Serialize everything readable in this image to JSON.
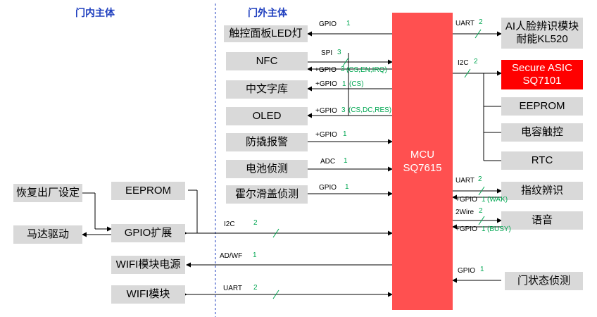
{
  "sections": {
    "left": "门内主体",
    "right": "门外主体"
  },
  "mcu": {
    "line1": "MCU",
    "line2": "SQ7615"
  },
  "left_blocks": {
    "factory_reset": "恢复出厂设定",
    "motor_drive": "马达驱动",
    "eeprom": "EEPROM",
    "gpio_expand": "GPIO扩展",
    "wifi_power": "WIFI模块电源",
    "wifi_module": "WIFI模块"
  },
  "middle_blocks": {
    "touch_led": "触控面板LED灯",
    "nfc": "NFC",
    "chinese_font": "中文字库",
    "oled": "OLED",
    "tamper_alarm": "防撬报警",
    "battery_detect": "电池侦测",
    "hall_detect": "霍尔滑盖侦测"
  },
  "right_blocks": {
    "ai_face_line1": "AI人脸辨识模块",
    "ai_face_line2": "耐能KL520",
    "secure_asic_line1": "Secure ASIC",
    "secure_asic_line2": "SQ7101",
    "eeprom": "EEPROM",
    "cap_touch": "电容触控",
    "rtc": "RTC",
    "fingerprint": "指纹辨识",
    "voice": "语音",
    "door_state": "门状态侦测"
  },
  "bus_labels": {
    "touch_led": {
      "name": "GPIO",
      "count": "1"
    },
    "nfc_spi": {
      "name": "SPI",
      "count": "3"
    },
    "nfc_gpio": {
      "name": "+GPIO",
      "count": "3",
      "pins": "(CS,EN,IRQ)"
    },
    "font_gpio": {
      "name": "+GPIO",
      "count": "1",
      "pins": "(CS)"
    },
    "oled_gpio": {
      "name": "+GPIO",
      "count": "3",
      "pins": "(CS,DC,RES)"
    },
    "tamper": {
      "name": "+GPIO",
      "count": "1"
    },
    "battery": {
      "name": "ADC",
      "count": "1"
    },
    "hall": {
      "name": "GPIO",
      "count": "1"
    },
    "gpio_expand_i2c": {
      "name": "I2C",
      "count": "2"
    },
    "wifi_power": {
      "name": "AD/WF",
      "count": "1"
    },
    "wifi_uart": {
      "name": "UART",
      "count": "2"
    },
    "ai_uart": {
      "name": "UART",
      "count": "2"
    },
    "i2c_bus": {
      "name": "I2C",
      "count": "2"
    },
    "finger_uart": {
      "name": "UART",
      "count": "2"
    },
    "finger_gpio": {
      "name": "+GPIO",
      "count": "1",
      "pins": "(WAK)"
    },
    "voice_2wire": {
      "name": "2Wire",
      "count": "2"
    },
    "voice_gpio": {
      "name": "+GPIO",
      "count": "1",
      "pins": "(BUSY)"
    },
    "door_gpio": {
      "name": "GPIO",
      "count": "1"
    }
  },
  "colors": {
    "mcu_fill": "#ff5050",
    "secure_asic_fill": "#ff0000",
    "block_fill": "#d9d9d9",
    "section_title": "#1f3fbf",
    "bus_count": "#00a651",
    "divider": "#1f3fbf"
  }
}
